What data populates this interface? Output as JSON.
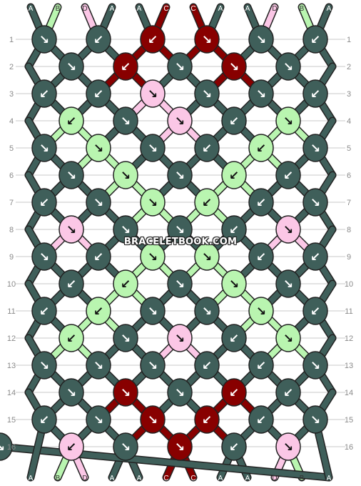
{
  "watermark": "BRACELETBOOK.COM",
  "top_letters": [
    "A",
    "B",
    "D",
    "A",
    "A",
    "C",
    "C",
    "A",
    "A",
    "D",
    "B",
    "A"
  ],
  "bottom_letters": [
    "A",
    "B",
    "D",
    "A",
    "A",
    "C",
    "C",
    "A",
    "A",
    "D",
    "B",
    "A"
  ],
  "row_labels": [
    "1",
    "2",
    "3",
    "4",
    "5",
    "6",
    "7",
    "8",
    "9",
    "10",
    "11",
    "12",
    "13",
    "14",
    "15",
    "16"
  ],
  "colors": {
    "A": "#3f5f5a",
    "B": "#b9f5b0",
    "C": "#880000",
    "D": "#fbc7e6",
    "stroke": "#222222",
    "line": "#c8c8c8",
    "label": "#8a8a8a"
  },
  "knots": [
    [
      "↘",
      "↙",
      "↙",
      "↘",
      "↘",
      "↙"
    ],
    [
      "↘",
      "↙",
      "↘",
      "↘",
      "↘"
    ],
    [
      "↙",
      "↙",
      "↘",
      "↘",
      "↘",
      "↙"
    ],
    [
      "↙",
      "↘",
      "↘",
      "↙",
      "↘"
    ],
    [
      "↘",
      "↘",
      "↘",
      "↙",
      "↙",
      "↘"
    ],
    [
      "↘",
      "↘",
      "↘",
      "↙",
      "↙"
    ],
    [
      "↙",
      "↘",
      "↘",
      "↙",
      "↙",
      "↘"
    ],
    [
      "↘",
      "↘",
      "↘",
      "↙",
      "↘"
    ],
    [
      "↘",
      "↙",
      "↘",
      "↘",
      "↙",
      "↙"
    ],
    [
      "↙",
      "↙",
      "↘",
      "↘",
      "↘"
    ],
    [
      "↙",
      "↙",
      "↘",
      "↘",
      "↘",
      "↙"
    ],
    [
      "↙",
      "↘",
      "↘",
      "↙",
      "↘"
    ],
    [
      "↘",
      "↘",
      "↘",
      "↙",
      "↙",
      "↘"
    ],
    [
      "↘",
      "↘",
      "↘",
      "↙",
      "↙"
    ],
    [
      "↙",
      "↘",
      "↘",
      "↙",
      "↙",
      "↘"
    ],
    [
      "↙",
      "↘",
      "↘",
      "↙",
      "↘",
      "↘"
    ]
  ],
  "knot_colors": [
    [
      "A",
      "A",
      "C",
      "C",
      "A",
      "A"
    ],
    [
      "A",
      "C",
      "A",
      "C",
      "A"
    ],
    [
      "A",
      "A",
      "D",
      "A",
      "A",
      "A"
    ],
    [
      "B",
      "A",
      "D",
      "A",
      "B"
    ],
    [
      "A",
      "B",
      "A",
      "A",
      "B",
      "A"
    ],
    [
      "A",
      "B",
      "A",
      "B",
      "A"
    ],
    [
      "A",
      "A",
      "B",
      "B",
      "A",
      "A"
    ],
    [
      "D",
      "A",
      "A",
      "A",
      "D"
    ],
    [
      "A",
      "A",
      "B",
      "B",
      "A",
      "A"
    ],
    [
      "A",
      "B",
      "A",
      "B",
      "A"
    ],
    [
      "A",
      "B",
      "A",
      "A",
      "B",
      "A"
    ],
    [
      "B",
      "A",
      "D",
      "A",
      "B"
    ],
    [
      "A",
      "A",
      "A",
      "A",
      "A",
      "A"
    ],
    [
      "A",
      "C",
      "A",
      "C",
      "A"
    ],
    [
      "A",
      "A",
      "C",
      "C",
      "A",
      "A"
    ],
    [
      "D",
      "A",
      "C",
      "A",
      "D"
    ]
  ]
}
